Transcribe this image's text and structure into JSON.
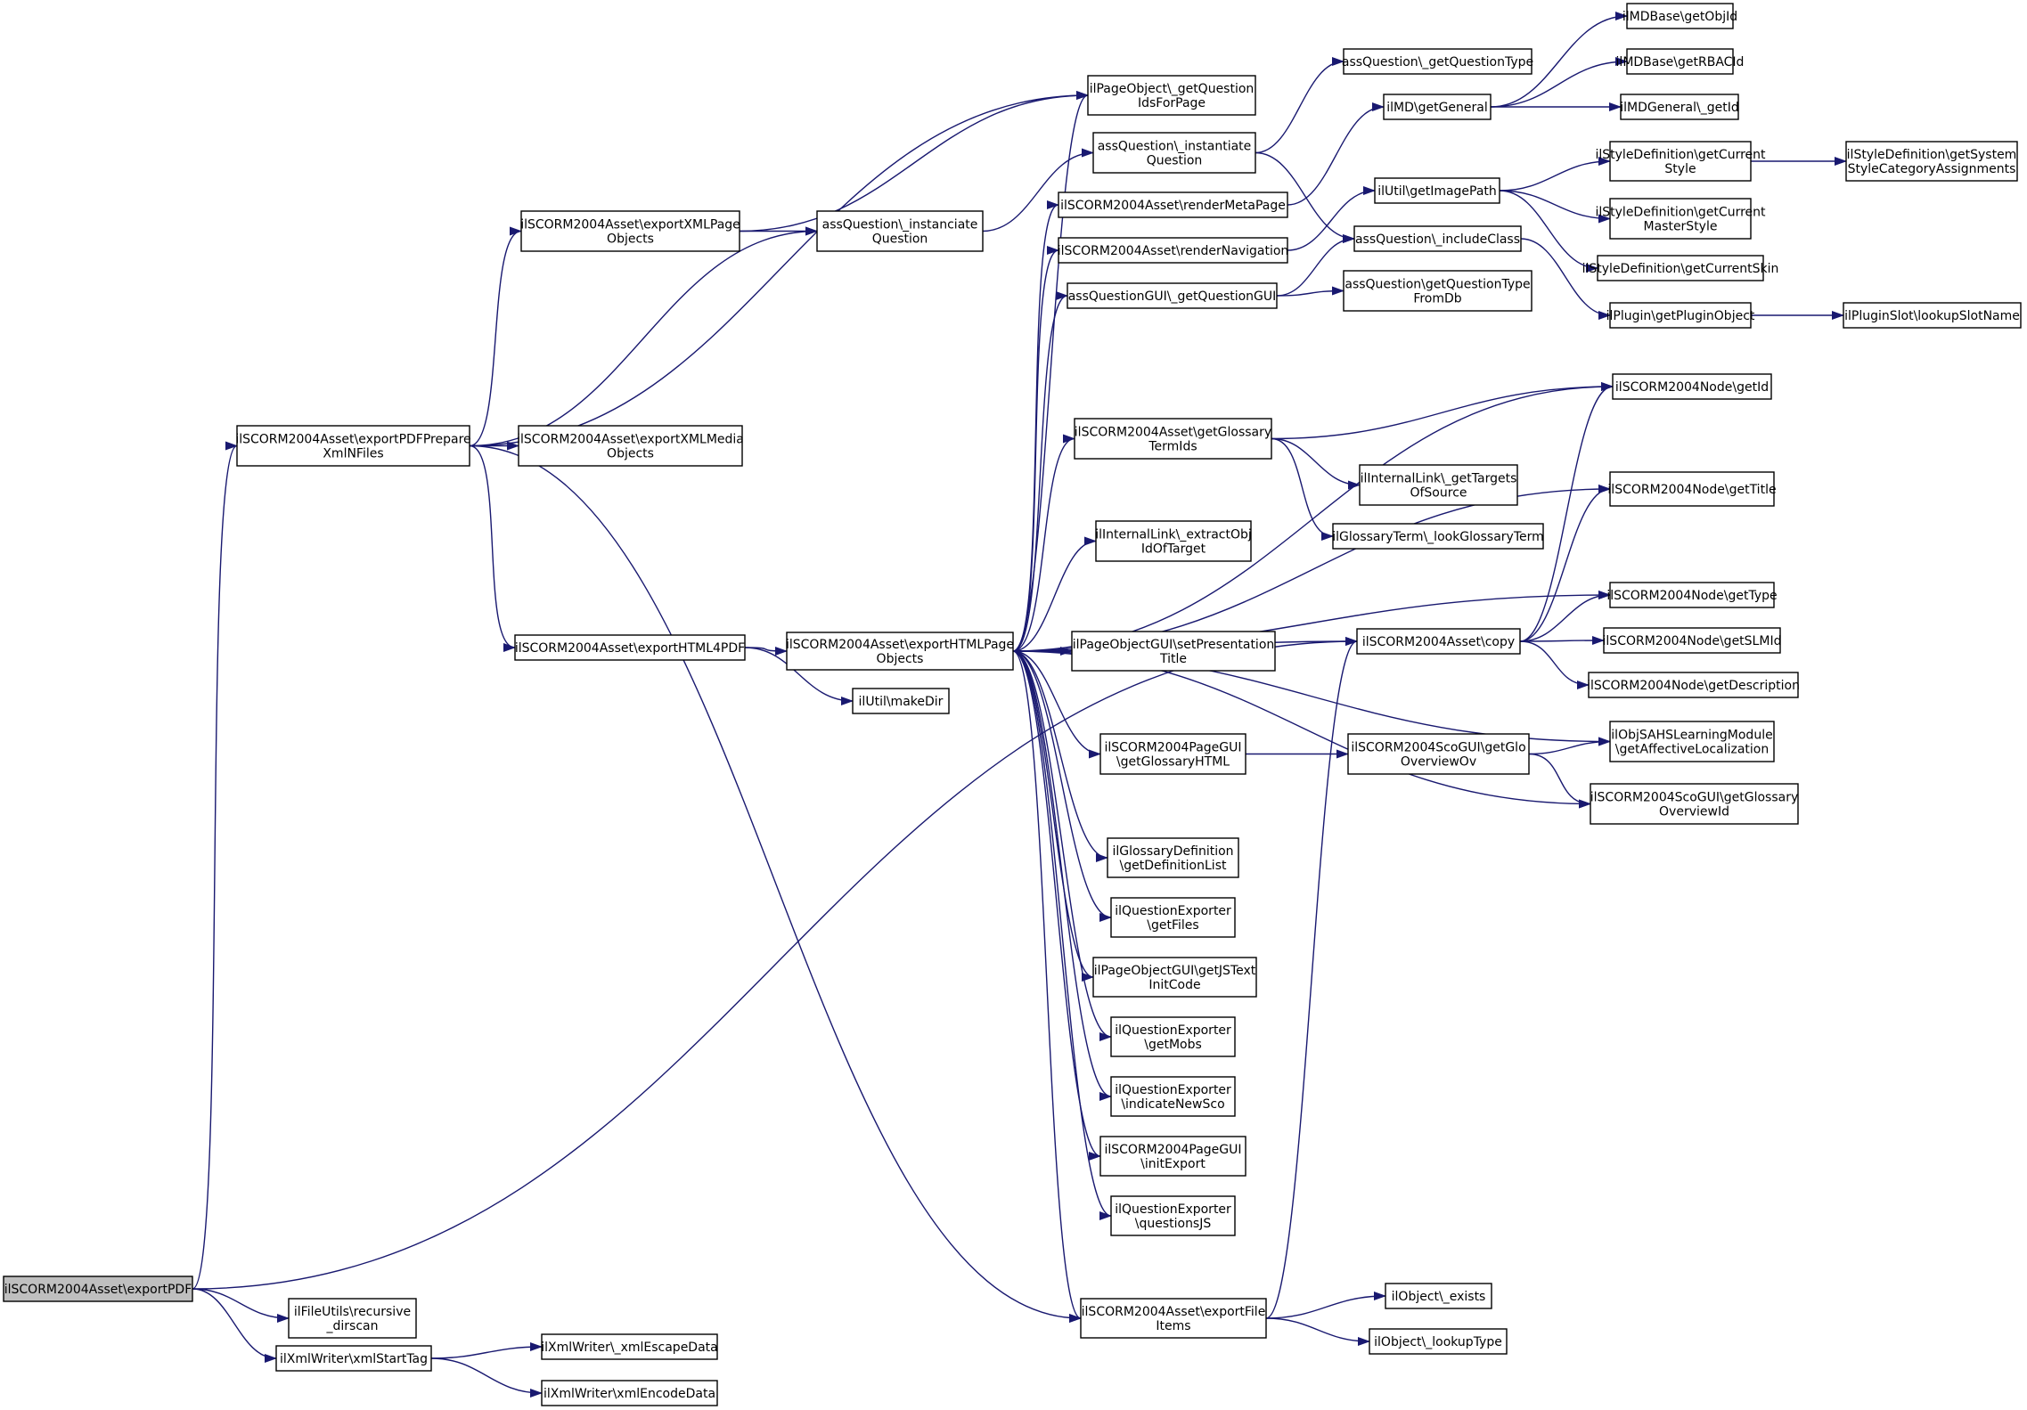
{
  "graph": {
    "edge_color": "#191970",
    "root_fill": "#bfbfbf",
    "nodes": [
      {
        "id": "exportPDF",
        "lines": [
          "ilSCORM2004Asset\\exportPDF"
        ],
        "root": true
      },
      {
        "id": "prepXml",
        "lines": [
          "ilSCORM2004Asset\\exportPDFPrepare",
          "XmlNFiles"
        ]
      },
      {
        "id": "recursive",
        "lines": [
          "ilFileUtils\\recursive",
          "_dirscan"
        ]
      },
      {
        "id": "xmlStartTag",
        "lines": [
          "ilXmlWriter\\xmlStartTag"
        ]
      },
      {
        "id": "xmlEscape",
        "lines": [
          "ilXmlWriter\\_xmlEscapeData"
        ]
      },
      {
        "id": "xmlEncode",
        "lines": [
          "ilXmlWriter\\xmlEncodeData"
        ]
      },
      {
        "id": "exportXMLPage",
        "lines": [
          "ilSCORM2004Asset\\exportXMLPage",
          "Objects"
        ]
      },
      {
        "id": "exportXMLMedia",
        "lines": [
          "ilSCORM2004Asset\\exportXMLMedia",
          "Objects"
        ]
      },
      {
        "id": "exportHTML4PDF",
        "lines": [
          "ilSCORM2004Asset\\exportHTML4PDF"
        ]
      },
      {
        "id": "instanciateQ",
        "lines": [
          "assQuestion\\_instanciate",
          "Question"
        ]
      },
      {
        "id": "exportHTMLPage",
        "lines": [
          "ilSCORM2004Asset\\exportHTMLPage",
          "Objects"
        ]
      },
      {
        "id": "makeDir",
        "lines": [
          "ilUtil\\makeDir"
        ]
      },
      {
        "id": "getQIds",
        "lines": [
          "ilPageObject\\_getQuestion",
          "IdsForPage"
        ]
      },
      {
        "id": "instantiateQ",
        "lines": [
          "assQuestion\\_instantiate",
          "Question"
        ]
      },
      {
        "id": "renderMeta",
        "lines": [
          "ilSCORM2004Asset\\renderMetaPage"
        ]
      },
      {
        "id": "renderNav",
        "lines": [
          "ilSCORM2004Asset\\renderNavigation"
        ]
      },
      {
        "id": "getQGUI",
        "lines": [
          "assQuestionGUI\\_getQuestionGUI"
        ]
      },
      {
        "id": "getGlossTerm",
        "lines": [
          "ilSCORM2004Asset\\getGlossary",
          "TermIds"
        ]
      },
      {
        "id": "extractObj",
        "lines": [
          "ilInternalLink\\_extractObj",
          "IdOfTarget"
        ]
      },
      {
        "id": "setPresTitle",
        "lines": [
          "ilPageObjectGUI\\setPresentation",
          "Title"
        ]
      },
      {
        "id": "getGlossHTML",
        "lines": [
          "ilSCORM2004PageGUI",
          "\\getGlossaryHTML"
        ]
      },
      {
        "id": "getDefList",
        "lines": [
          "ilGlossaryDefinition",
          "\\getDefinitionList"
        ]
      },
      {
        "id": "qeGetFiles",
        "lines": [
          "ilQuestionExporter",
          "\\getFiles"
        ]
      },
      {
        "id": "getJSText",
        "lines": [
          "ilPageObjectGUI\\getJSText",
          "InitCode"
        ]
      },
      {
        "id": "qeGetMobs",
        "lines": [
          "ilQuestionExporter",
          "\\getMobs"
        ]
      },
      {
        "id": "qeIndicate",
        "lines": [
          "ilQuestionExporter",
          "\\indicateNewSco"
        ]
      },
      {
        "id": "initExport",
        "lines": [
          "ilSCORM2004PageGUI",
          "\\initExport"
        ]
      },
      {
        "id": "qeQuestionsJS",
        "lines": [
          "ilQuestionExporter",
          "\\questionsJS"
        ]
      },
      {
        "id": "exportFileItems",
        "lines": [
          "ilSCORM2004Asset\\exportFile",
          "Items"
        ]
      },
      {
        "id": "getQType",
        "lines": [
          "assQuestion\\_getQuestionType"
        ]
      },
      {
        "id": "mdGetGeneral",
        "lines": [
          "ilMD\\getGeneral"
        ]
      },
      {
        "id": "utilImagePath",
        "lines": [
          "ilUtil\\getImagePath"
        ]
      },
      {
        "id": "includeClass",
        "lines": [
          "assQuestion\\_includeClass"
        ]
      },
      {
        "id": "getQTypeFromDb",
        "lines": [
          "assQuestion\\getQuestionType",
          "FromDb"
        ]
      },
      {
        "id": "getTargets",
        "lines": [
          "ilInternalLink\\_getTargets",
          "OfSource"
        ]
      },
      {
        "id": "lookupGloss",
        "lines": [
          "ilGlossaryTerm\\_lookGlossaryTerm"
        ]
      },
      {
        "id": "assetCopy",
        "lines": [
          "ilSCORM2004Asset\\copy"
        ]
      },
      {
        "id": "scoGetGlo",
        "lines": [
          "ilSCORM2004ScoGUI\\getGlo",
          "OverviewOv"
        ]
      },
      {
        "id": "objExists",
        "lines": [
          "ilObject\\_exists"
        ]
      },
      {
        "id": "objLookupType",
        "lines": [
          "ilObject\\_lookupType"
        ]
      },
      {
        "id": "mdbObjId",
        "lines": [
          "ilMDBase\\getObjId"
        ]
      },
      {
        "id": "mdbRBAC",
        "lines": [
          "ilMDBase\\getRBACId"
        ]
      },
      {
        "id": "mdgGetId",
        "lines": [
          "ilMDGeneral\\_getId"
        ]
      },
      {
        "id": "styleCurStyle",
        "lines": [
          "ilStyleDefinition\\getCurrent",
          "Style"
        ]
      },
      {
        "id": "styleMaster",
        "lines": [
          "ilStyleDefinition\\getCurrent",
          "MasterStyle"
        ]
      },
      {
        "id": "styleSkin",
        "lines": [
          "ilStyleDefinition\\getCurrentSkin"
        ]
      },
      {
        "id": "pluginObj",
        "lines": [
          "ilPlugin\\getPluginObject"
        ]
      },
      {
        "id": "nodeGetId",
        "lines": [
          "ilSCORM2004Node\\getId"
        ]
      },
      {
        "id": "nodeGetTitle",
        "lines": [
          "ilSCORM2004Node\\getTitle"
        ]
      },
      {
        "id": "nodeGetType",
        "lines": [
          "ilSCORM2004Node\\getType"
        ]
      },
      {
        "id": "nodeGetSLM",
        "lines": [
          "ilSCORM2004Node\\getSLMId"
        ]
      },
      {
        "id": "nodeGetDesc",
        "lines": [
          "ilSCORM2004Node\\getDescription"
        ]
      },
      {
        "id": "affectiveLoc",
        "lines": [
          "ilObjSAHSLearningModule",
          "\\getAffectiveLocalization"
        ]
      },
      {
        "id": "scoGlossId",
        "lines": [
          "ilSCORM2004ScoGUI\\getGlossary",
          "OverviewId"
        ]
      },
      {
        "id": "styleSystem",
        "lines": [
          "ilStyleDefinition\\getSystem",
          "StyleCategoryAssignments"
        ]
      },
      {
        "id": "pluginSlot",
        "lines": [
          "ilPluginSlot\\lookupSlotName"
        ]
      }
    ],
    "edges": [
      [
        "exportPDF",
        "prepXml"
      ],
      [
        "exportPDF",
        "recursive"
      ],
      [
        "exportPDF",
        "xmlStartTag"
      ],
      [
        "exportPDF",
        "assetCopy"
      ],
      [
        "xmlStartTag",
        "xmlEscape"
      ],
      [
        "xmlStartTag",
        "xmlEncode"
      ],
      [
        "prepXml",
        "getQIds"
      ],
      [
        "prepXml",
        "exportXMLPage"
      ],
      [
        "prepXml",
        "instanciateQ"
      ],
      [
        "prepXml",
        "exportXMLMedia"
      ],
      [
        "prepXml",
        "exportHTML4PDF"
      ],
      [
        "prepXml",
        "exportFileItems"
      ],
      [
        "exportXMLPage",
        "getQIds"
      ],
      [
        "exportXMLPage",
        "instanciateQ"
      ],
      [
        "instanciateQ",
        "instantiateQ"
      ],
      [
        "instantiateQ",
        "getQType"
      ],
      [
        "instantiateQ",
        "includeClass"
      ],
      [
        "exportHTML4PDF",
        "exportHTMLPage"
      ],
      [
        "exportHTML4PDF",
        "makeDir"
      ],
      [
        "exportHTMLPage",
        "getQIds"
      ],
      [
        "exportHTMLPage",
        "renderMeta"
      ],
      [
        "exportHTMLPage",
        "renderNav"
      ],
      [
        "exportHTMLPage",
        "getQGUI"
      ],
      [
        "exportHTMLPage",
        "nodeGetId"
      ],
      [
        "exportHTMLPage",
        "nodeGetTitle"
      ],
      [
        "exportHTMLPage",
        "getGlossTerm"
      ],
      [
        "exportHTMLPage",
        "assetCopy"
      ],
      [
        "exportHTMLPage",
        "extractObj"
      ],
      [
        "exportHTMLPage",
        "nodeGetType"
      ],
      [
        "exportHTMLPage",
        "setPresTitle"
      ],
      [
        "exportHTMLPage",
        "affectiveLoc"
      ],
      [
        "exportHTMLPage",
        "getGlossHTML"
      ],
      [
        "exportHTMLPage",
        "scoGlossId"
      ],
      [
        "exportHTMLPage",
        "getDefList"
      ],
      [
        "exportHTMLPage",
        "qeGetFiles"
      ],
      [
        "exportHTMLPage",
        "getJSText"
      ],
      [
        "exportHTMLPage",
        "qeGetMobs"
      ],
      [
        "exportHTMLPage",
        "qeIndicate"
      ],
      [
        "exportHTMLPage",
        "initExport"
      ],
      [
        "exportHTMLPage",
        "qeQuestionsJS"
      ],
      [
        "exportHTMLPage",
        "exportFileItems"
      ],
      [
        "renderMeta",
        "mdGetGeneral"
      ],
      [
        "renderNav",
        "utilImagePath"
      ],
      [
        "getQGUI",
        "includeClass"
      ],
      [
        "getQGUI",
        "getQTypeFromDb"
      ],
      [
        "mdGetGeneral",
        "mdbObjId"
      ],
      [
        "mdGetGeneral",
        "mdbRBAC"
      ],
      [
        "mdGetGeneral",
        "mdgGetId"
      ],
      [
        "utilImagePath",
        "styleCurStyle"
      ],
      [
        "utilImagePath",
        "styleMaster"
      ],
      [
        "utilImagePath",
        "styleSkin"
      ],
      [
        "styleCurStyle",
        "styleSystem"
      ],
      [
        "includeClass",
        "pluginObj"
      ],
      [
        "pluginObj",
        "pluginSlot"
      ],
      [
        "getGlossTerm",
        "nodeGetId"
      ],
      [
        "getGlossTerm",
        "getTargets"
      ],
      [
        "getGlossTerm",
        "lookupGloss"
      ],
      [
        "assetCopy",
        "nodeGetId"
      ],
      [
        "assetCopy",
        "nodeGetTitle"
      ],
      [
        "assetCopy",
        "nodeGetType"
      ],
      [
        "assetCopy",
        "nodeGetSLM"
      ],
      [
        "assetCopy",
        "nodeGetDesc"
      ],
      [
        "getGlossHTML",
        "scoGetGlo"
      ],
      [
        "scoGetGlo",
        "affectiveLoc"
      ],
      [
        "scoGetGlo",
        "scoGlossId"
      ],
      [
        "exportFileItems",
        "assetCopy"
      ],
      [
        "exportFileItems",
        "objExists"
      ],
      [
        "exportFileItems",
        "objLookupType"
      ]
    ]
  }
}
